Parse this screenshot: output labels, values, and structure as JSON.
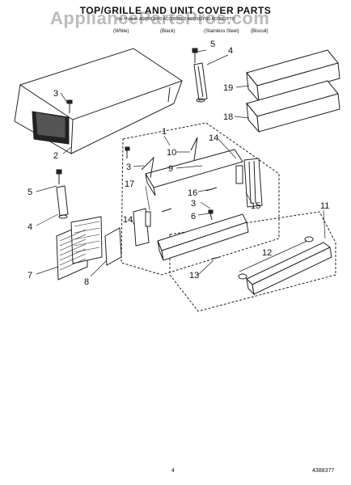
{
  "header": {
    "title": "TOP/GRILLE AND UNIT COVER PARTS",
    "models": "For Models: ACQ082PP0 ACQ082PR0 ACQ082PS0 ACQ082PT0",
    "finishes": [
      "(White)",
      "(Black)",
      "(Stainless Steel)",
      "(Biscuit)"
    ]
  },
  "watermark": "AppliancePartsPros.com",
  "callouts": [
    "1",
    "2",
    "3",
    "3",
    "3",
    "4",
    "4",
    "5",
    "5",
    "6",
    "7",
    "8",
    "9",
    "10",
    "11",
    "12",
    "13",
    "14",
    "14",
    "15",
    "16",
    "17",
    "18",
    "19"
  ],
  "footer": {
    "page": "4",
    "doc_number": "4388377"
  }
}
